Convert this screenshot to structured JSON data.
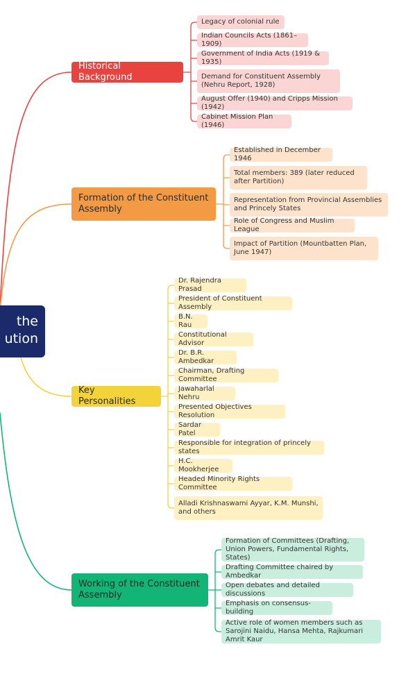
{
  "colors": {
    "root": "#1b2a6b",
    "historical": "#e9433f",
    "formation": "#f39a45",
    "personalities": "#f2d33a",
    "working": "#12b576"
  },
  "root": {
    "line1": "the",
    "line2": "ution"
  },
  "branches": [
    {
      "label": "Historical Background",
      "items": [
        "Legacy of colonial rule",
        "Indian Councils Acts (1861–1909)",
        "Government of India Acts (1919 & 1935)",
        "Demand for Constituent Assembly (Nehru Report, 1928)",
        "August Offer (1940) and Cripps Mission (1942)",
        "Cabinet Mission Plan (1946)"
      ]
    },
    {
      "label": "Formation of the Constituent Assembly",
      "items": [
        "Established in December 1946",
        "Total members: 389 (later reduced after Partition)",
        "Representation from Provincial Assemblies and Princely States",
        "Role of Congress and Muslim League",
        "Impact of Partition (Mountbatten Plan, June 1947)"
      ]
    },
    {
      "label": "Key Personalities",
      "items": [
        "Dr. Rajendra Prasad",
        "President of Constituent Assembly",
        "B.N. Rau",
        "Constitutional Advisor",
        "Dr. B.R. Ambedkar",
        "Chairman, Drafting Committee",
        "Jawaharlal Nehru",
        "Presented Objectives Resolution",
        "Sardar Patel",
        "Responsible for integration of princely states",
        "H.C. Mookherjee",
        "Headed Minority Rights Committee",
        "Alladi Krishnaswami Ayyar, K.M. Munshi, and others"
      ]
    },
    {
      "label": "Working of the Constituent Assembly",
      "items": [
        "Formation of Committees (Drafting, Union Powers, Fundamental Rights, States)",
        "Drafting Committee chaired by Ambedkar",
        "Open debates and detailed discussions",
        "Emphasis on consensus-building",
        "Active role of women members such as Sarojini Naidu, Hansa Mehta, Rajkumari Amrit Kaur"
      ]
    }
  ]
}
